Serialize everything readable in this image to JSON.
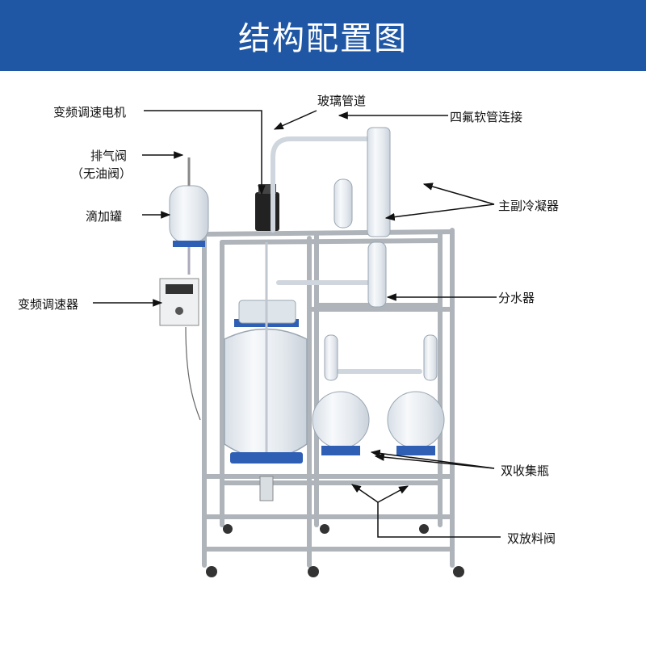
{
  "title": "结构配置图",
  "colors": {
    "banner": "#1f57a4",
    "glass": "#e9eef3",
    "steel": "#b9bec4",
    "blue_parts": "#2f5fb5",
    "arrow": "#111111"
  },
  "labels": {
    "motor": "变频调速电机",
    "exhaust_valve": "排气阀",
    "exhaust_valve_note": "（无油阀）",
    "dropping_funnel": "滴加罐",
    "speed_controller": "变频调速器",
    "glass_pipe": "玻璃管道",
    "ptfe_hose": "四氟软管连接",
    "condensers": "主副冷凝器",
    "water_separator": "分水器",
    "dual_receivers": "双收集瓶",
    "dual_discharge_valves": "双放料阀"
  }
}
